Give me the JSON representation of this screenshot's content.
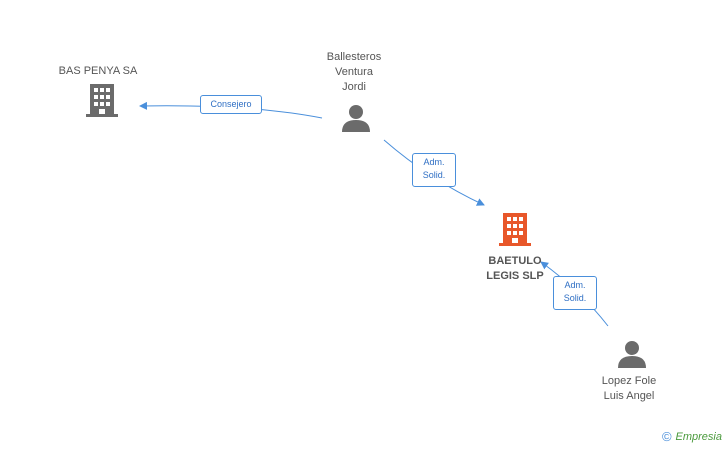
{
  "colors": {
    "edge": "#4a8fdb",
    "node_company": "#6b6b6b",
    "node_focus": "#e8572a",
    "node_person": "#6b6b6b"
  },
  "nodes": {
    "bas_penya": {
      "name": "BAS PENYA SA",
      "icon": "building-icon"
    },
    "ballesteros": {
      "line1": "Ballesteros",
      "line2": "Ventura",
      "line3": "Jordi",
      "icon": "person-icon"
    },
    "baetulo": {
      "line1": "BAETULO",
      "line2": "LEGIS SLP",
      "icon": "building-icon"
    },
    "lopez": {
      "line1": "Lopez Fole",
      "line2": "Luis Angel",
      "icon": "person-icon"
    }
  },
  "edges": {
    "consejero": {
      "label": "Consejero"
    },
    "adm1": {
      "line1": "Adm.",
      "line2": "Solid."
    },
    "adm2": {
      "line1": "Adm.",
      "line2": "Solid."
    }
  },
  "footer": {
    "copyright": "©",
    "brand": "Empresia"
  }
}
